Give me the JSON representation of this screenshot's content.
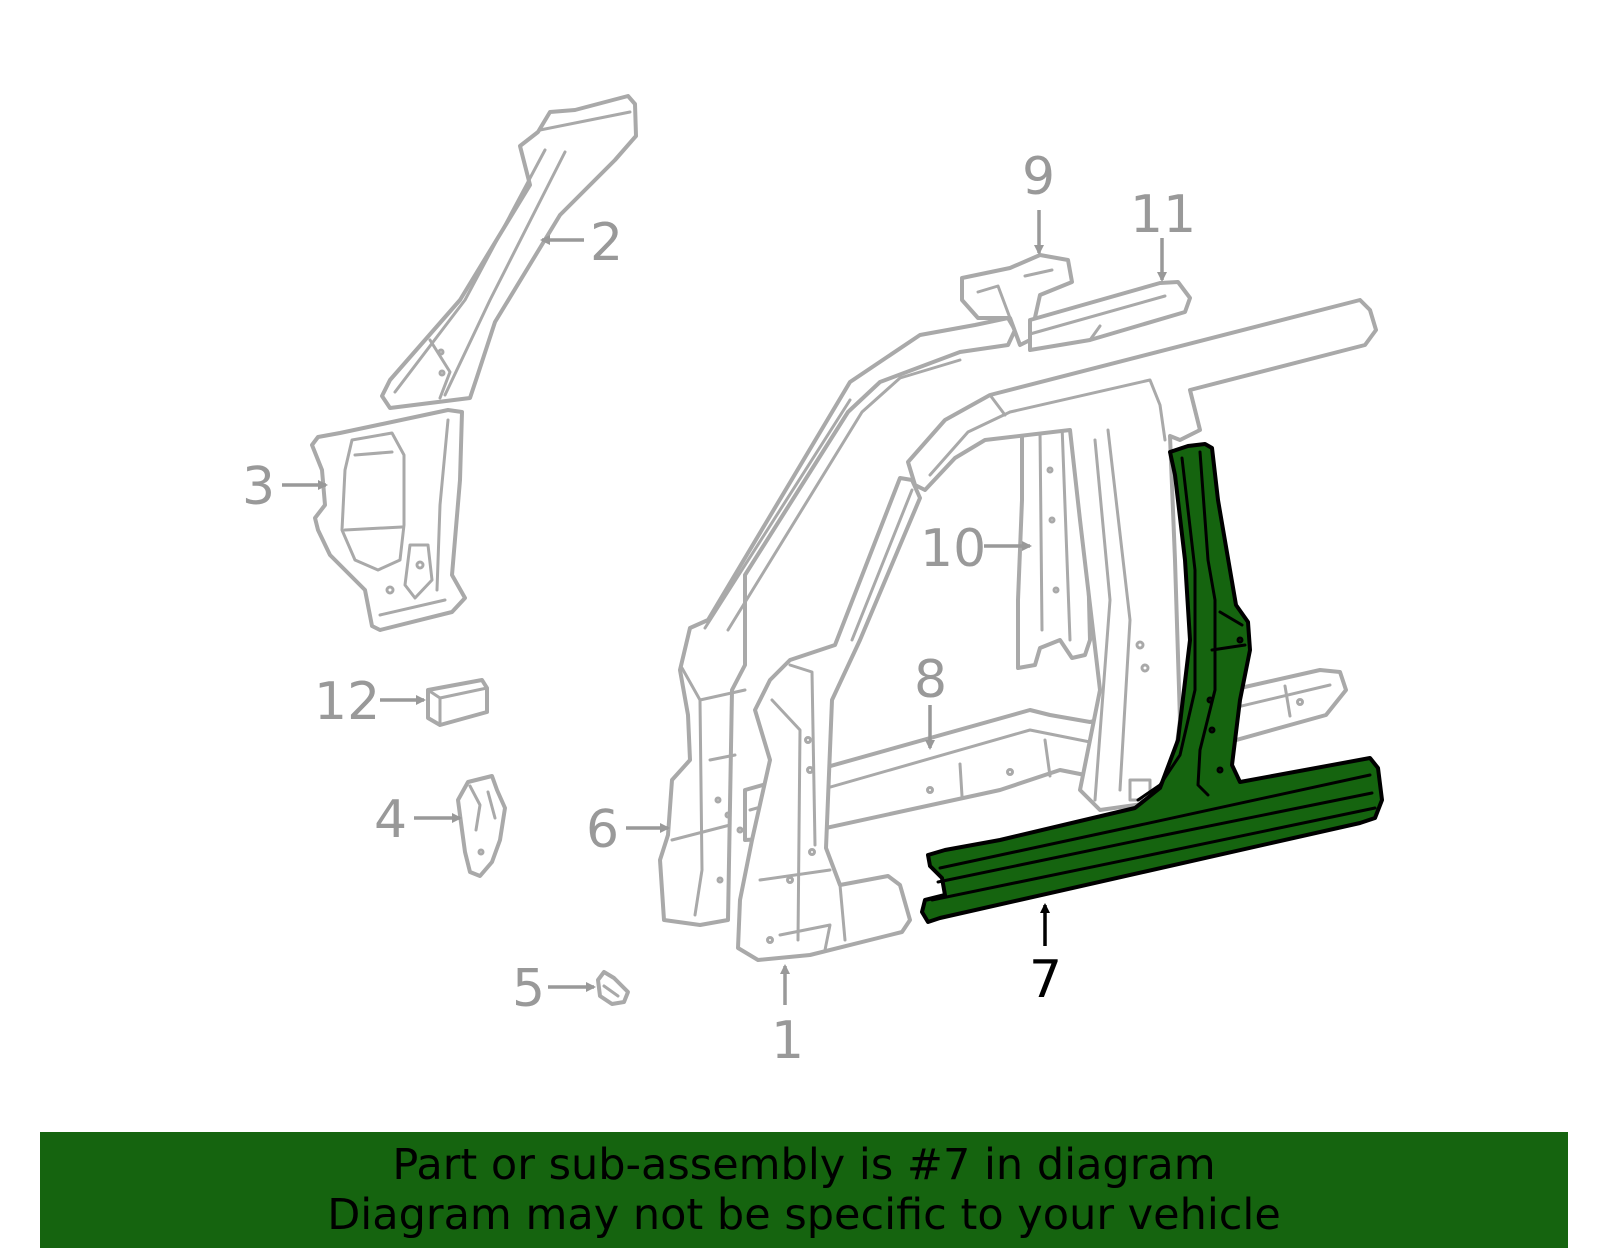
{
  "diagram": {
    "callouts": {
      "c1": "1",
      "c2": "2",
      "c3": "3",
      "c4": "4",
      "c5": "5",
      "c6": "6",
      "c7": "7",
      "c8": "8",
      "c9": "9",
      "c10": "10",
      "c11": "11",
      "c12": "12"
    },
    "highlighted_part": "7",
    "colors": {
      "highlight": "#15640f",
      "outline": "#a9a9a9",
      "callout": "#999999"
    }
  },
  "banner": {
    "line1": "Part or sub-assembly is #7 in diagram",
    "line2": "Diagram may not be specific to your vehicle"
  }
}
